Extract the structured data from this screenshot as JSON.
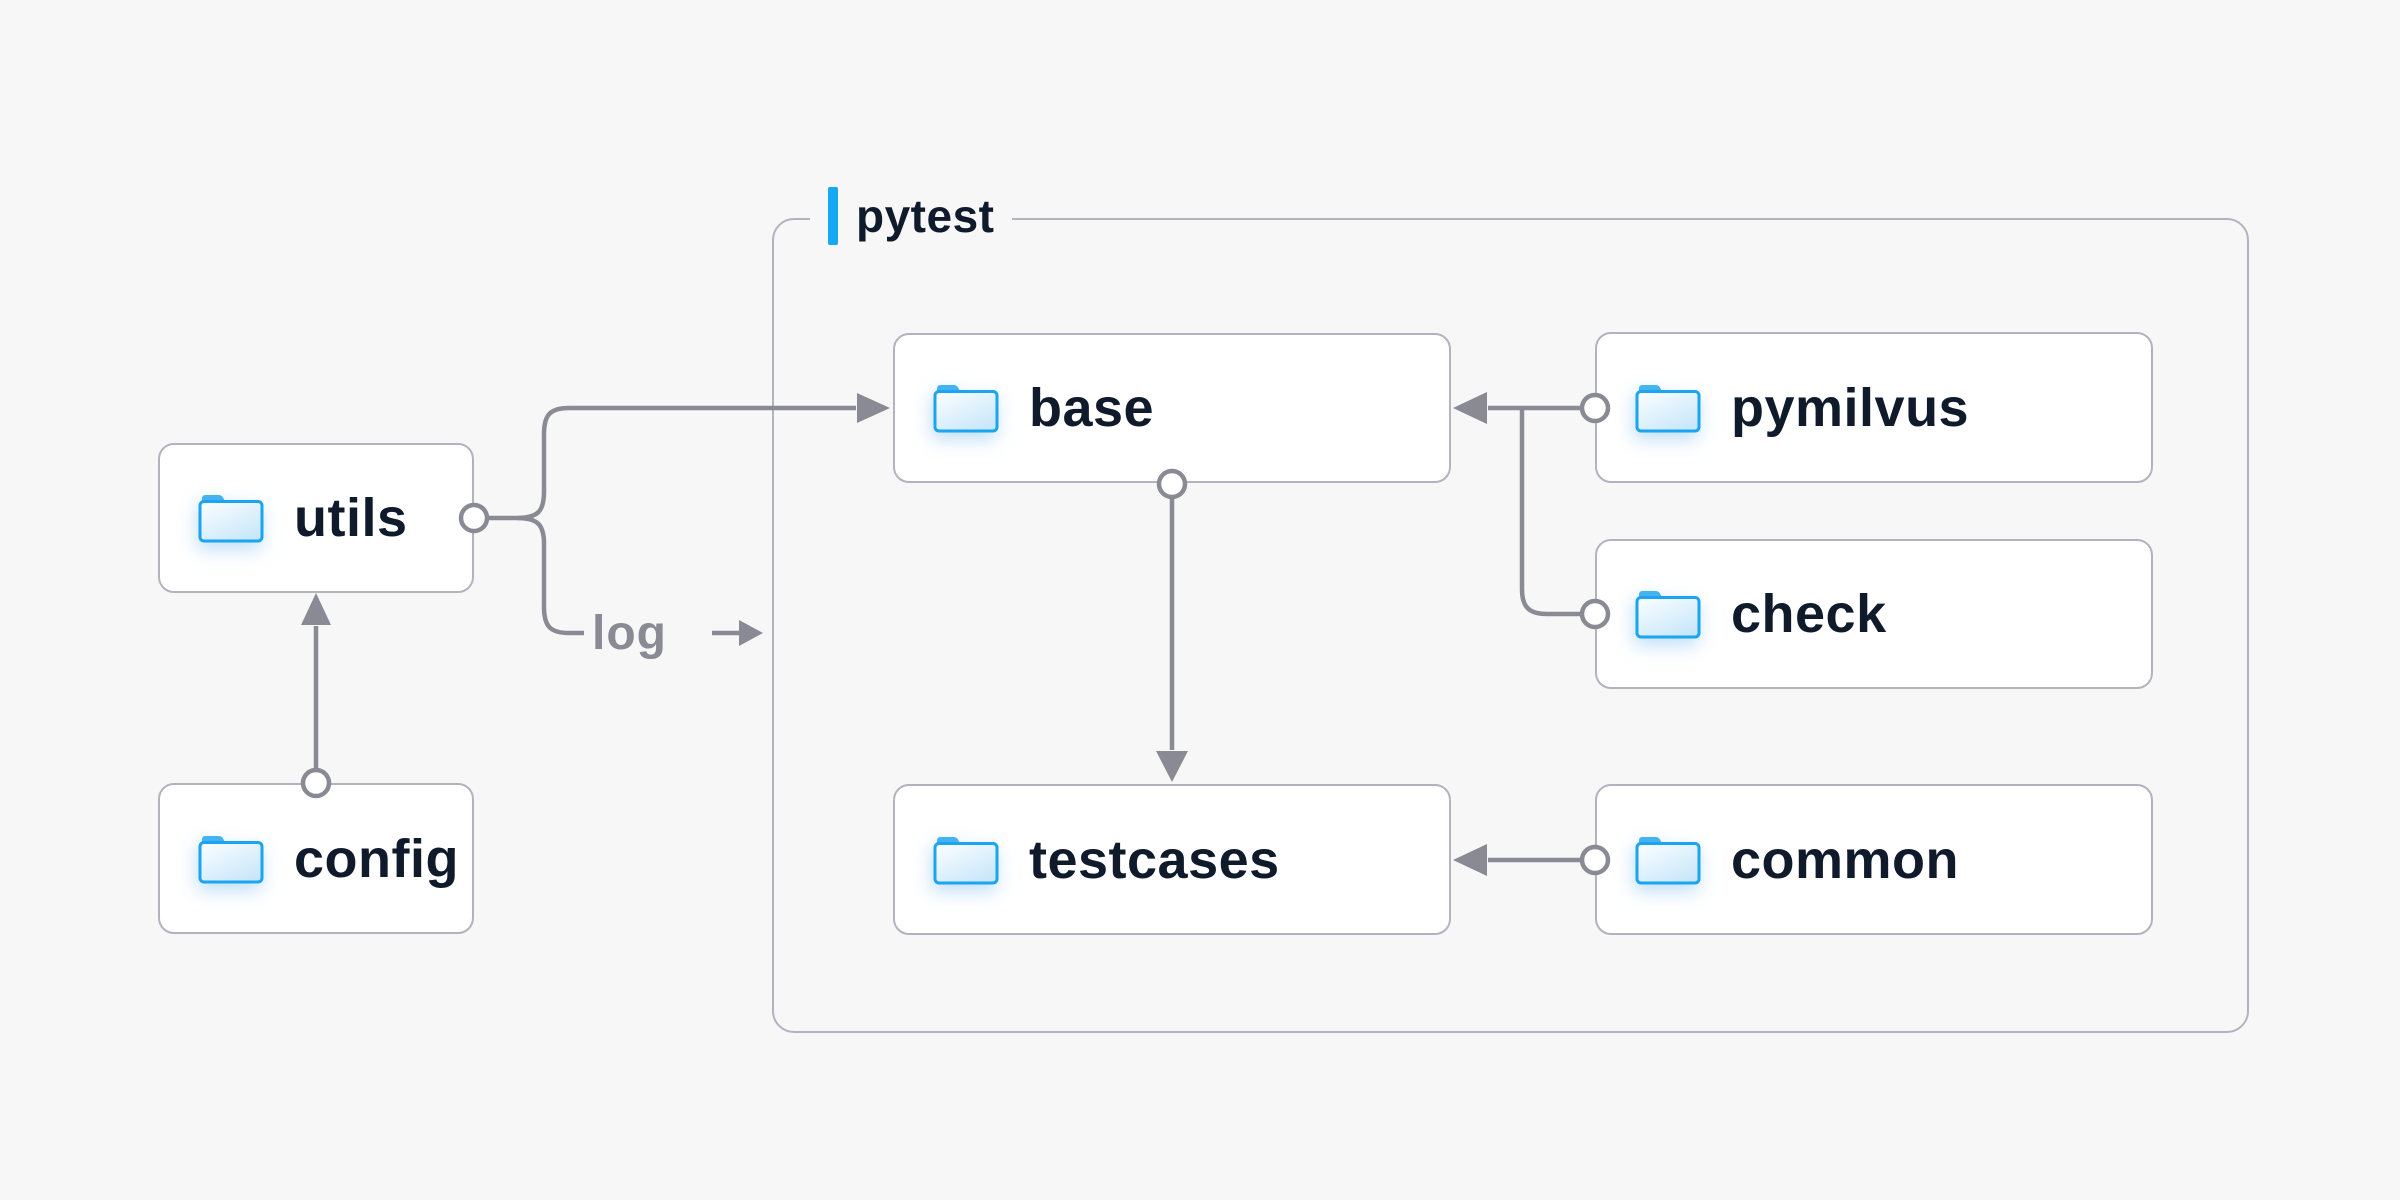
{
  "diagram": {
    "background": "#f7f7f8",
    "container": {
      "label": "pytest",
      "accent_bar_color": "#17a8f3",
      "border_color": "#b3b3c0"
    },
    "nodes": [
      {
        "id": "utils",
        "label": "utils",
        "icon": "folder-icon",
        "region": "outside"
      },
      {
        "id": "config",
        "label": "config",
        "icon": "folder-icon",
        "region": "outside"
      },
      {
        "id": "base",
        "label": "base",
        "icon": "folder-icon",
        "region": "pytest"
      },
      {
        "id": "pymilvus",
        "label": "pymilvus",
        "icon": "folder-icon",
        "region": "pytest"
      },
      {
        "id": "check",
        "label": "check",
        "icon": "folder-icon",
        "region": "pytest"
      },
      {
        "id": "testcases",
        "label": "testcases",
        "icon": "folder-icon",
        "region": "pytest"
      },
      {
        "id": "common",
        "label": "common",
        "icon": "folder-icon",
        "region": "pytest"
      }
    ],
    "edges": [
      {
        "from": "config",
        "to": "utils",
        "type": "arrow"
      },
      {
        "from": "utils",
        "to": "base",
        "type": "arrow"
      },
      {
        "from": "utils",
        "to": "log",
        "type": "arrow",
        "label": "log"
      },
      {
        "from": "base",
        "to": "testcases",
        "type": "arrow"
      },
      {
        "from": "pymilvus",
        "to": "base",
        "type": "arrow"
      },
      {
        "from": "check",
        "to": "base",
        "type": "arrow"
      },
      {
        "from": "common",
        "to": "testcases",
        "type": "arrow"
      }
    ],
    "edge_label": {
      "text": "log"
    },
    "colors": {
      "node_text": "#0f1a2b",
      "connector": "#8a8a95",
      "node_border": "#b3b3c0",
      "node_fill": "#ffffff",
      "folder_blue": "#1ba4ef",
      "folder_tab_blue": "#44b3f2",
      "accent_blue": "#17a8f3",
      "muted_label": "#8a8a95"
    }
  }
}
